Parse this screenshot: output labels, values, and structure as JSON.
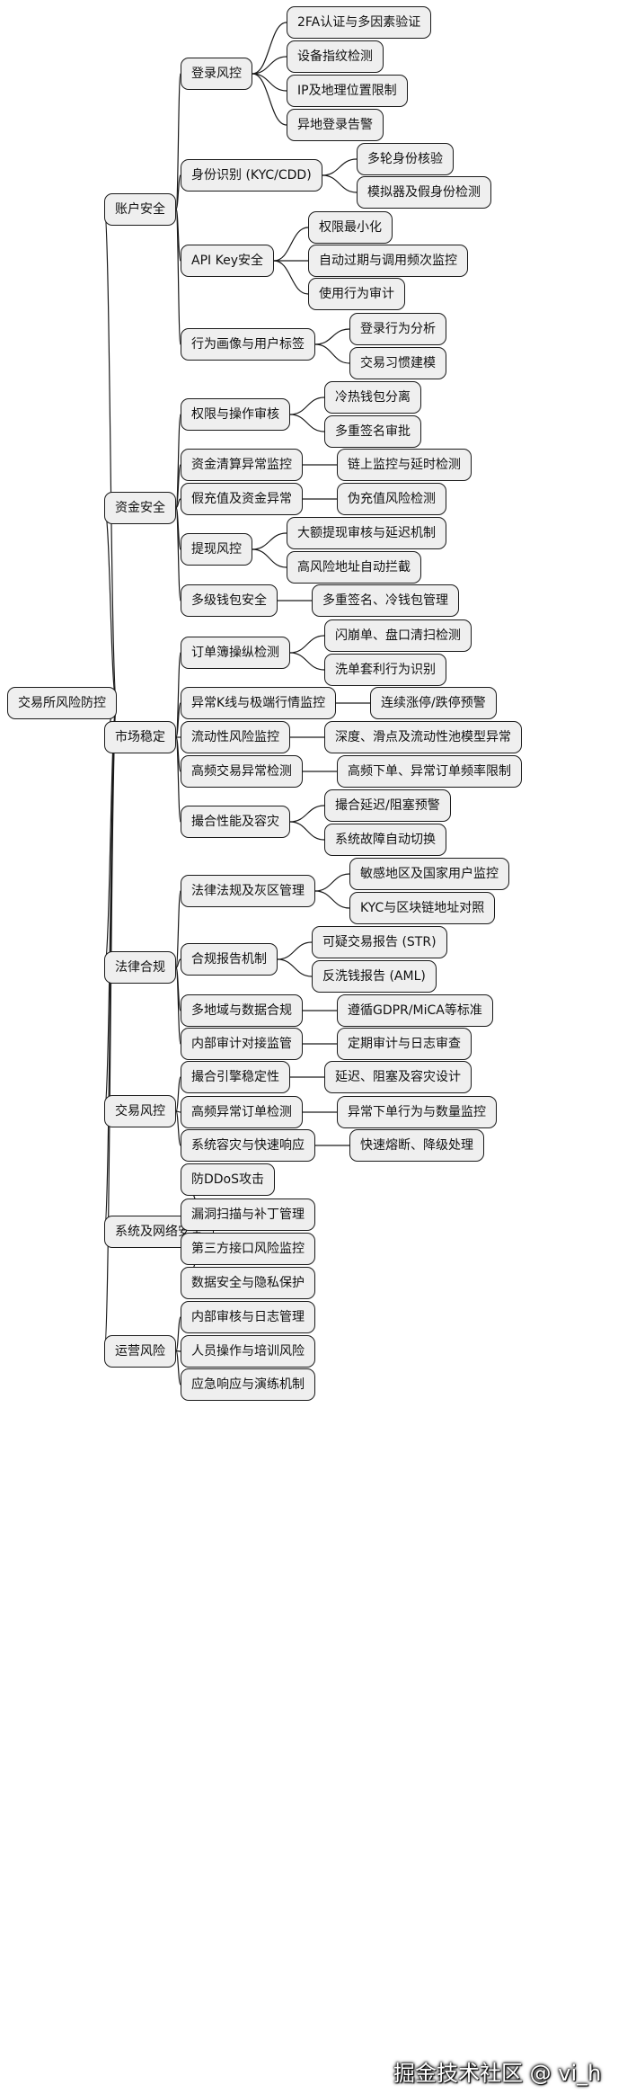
{
  "root": "交易所风险防控",
  "branches": [
    {
      "label": "账户安全",
      "children": [
        {
          "label": "登录风控",
          "children": [
            "2FA认证与多因素验证",
            "设备指纹检测",
            "IP及地理位置限制",
            "异地登录告警"
          ]
        },
        {
          "label": "身份识别 (KYC/CDD)",
          "children": [
            "多轮身份核验",
            "模拟器及假身份检测"
          ]
        },
        {
          "label": "API Key安全",
          "children": [
            "权限最小化",
            "自动过期与调用频次监控",
            "使用行为审计"
          ]
        },
        {
          "label": "行为画像与用户标签",
          "children": [
            "登录行为分析",
            "交易习惯建模"
          ]
        }
      ]
    },
    {
      "label": "资金安全",
      "children": [
        {
          "label": "权限与操作审核",
          "children": [
            "冷热钱包分离",
            "多重签名审批"
          ]
        },
        {
          "label": "资金清算异常监控",
          "children": [
            "链上监控与延时检测"
          ]
        },
        {
          "label": "假充值及资金异常",
          "children": [
            "伪充值风险检测"
          ]
        },
        {
          "label": "提现风控",
          "children": [
            "大额提现审核与延迟机制",
            "高风险地址自动拦截"
          ]
        },
        {
          "label": "多级钱包安全",
          "children": [
            "多重签名、冷钱包管理"
          ]
        }
      ]
    },
    {
      "label": "市场稳定",
      "children": [
        {
          "label": "订单簿操纵检测",
          "children": [
            "闪崩单、盘口清扫检测",
            "洗单套利行为识别"
          ]
        },
        {
          "label": "异常K线与极端行情监控",
          "children": [
            "连续涨停/跌停预警"
          ]
        },
        {
          "label": "流动性风险监控",
          "children": [
            "深度、滑点及流动性池模型异常"
          ]
        },
        {
          "label": "高频交易异常检测",
          "children": [
            "高频下单、异常订单频率限制"
          ]
        },
        {
          "label": "撮合性能及容灾",
          "children": [
            "撮合延迟/阻塞预警",
            "系统故障自动切换"
          ]
        }
      ]
    },
    {
      "label": "法律合规",
      "children": [
        {
          "label": "法律法规及灰区管理",
          "children": [
            "敏感地区及国家用户监控",
            "KYC与区块链地址对照"
          ]
        },
        {
          "label": "合规报告机制",
          "children": [
            "可疑交易报告 (STR)",
            "反洗钱报告 (AML)"
          ]
        },
        {
          "label": "多地域与数据合规",
          "children": [
            "遵循GDPR/MiCA等标准"
          ]
        },
        {
          "label": "内部审计对接监管",
          "children": [
            "定期审计与日志审查"
          ]
        }
      ]
    },
    {
      "label": "交易风控",
      "children": [
        {
          "label": "撮合引擎稳定性",
          "children": [
            "延迟、阻塞及容灾设计"
          ]
        },
        {
          "label": "高频异常订单检测",
          "children": [
            "异常下单行为与数量监控"
          ]
        },
        {
          "label": "系统容灾与快速响应",
          "children": [
            "快速熔断、降级处理"
          ]
        }
      ]
    },
    {
      "label": "系统及网络安全",
      "children": [
        {
          "label": "防DDoS攻击",
          "children": []
        },
        {
          "label": "漏洞扫描与补丁管理",
          "children": []
        },
        {
          "label": "第三方接口风险监控",
          "children": []
        },
        {
          "label": "数据安全与隐私保护",
          "children": []
        }
      ]
    },
    {
      "label": "运营风险",
      "children": [
        {
          "label": "内部审核与日志管理",
          "children": []
        },
        {
          "label": "人员操作与培训风险",
          "children": []
        },
        {
          "label": "应急响应与演练机制",
          "children": []
        }
      ]
    }
  ],
  "watermark": "掘金技术社区 @ vi_h"
}
